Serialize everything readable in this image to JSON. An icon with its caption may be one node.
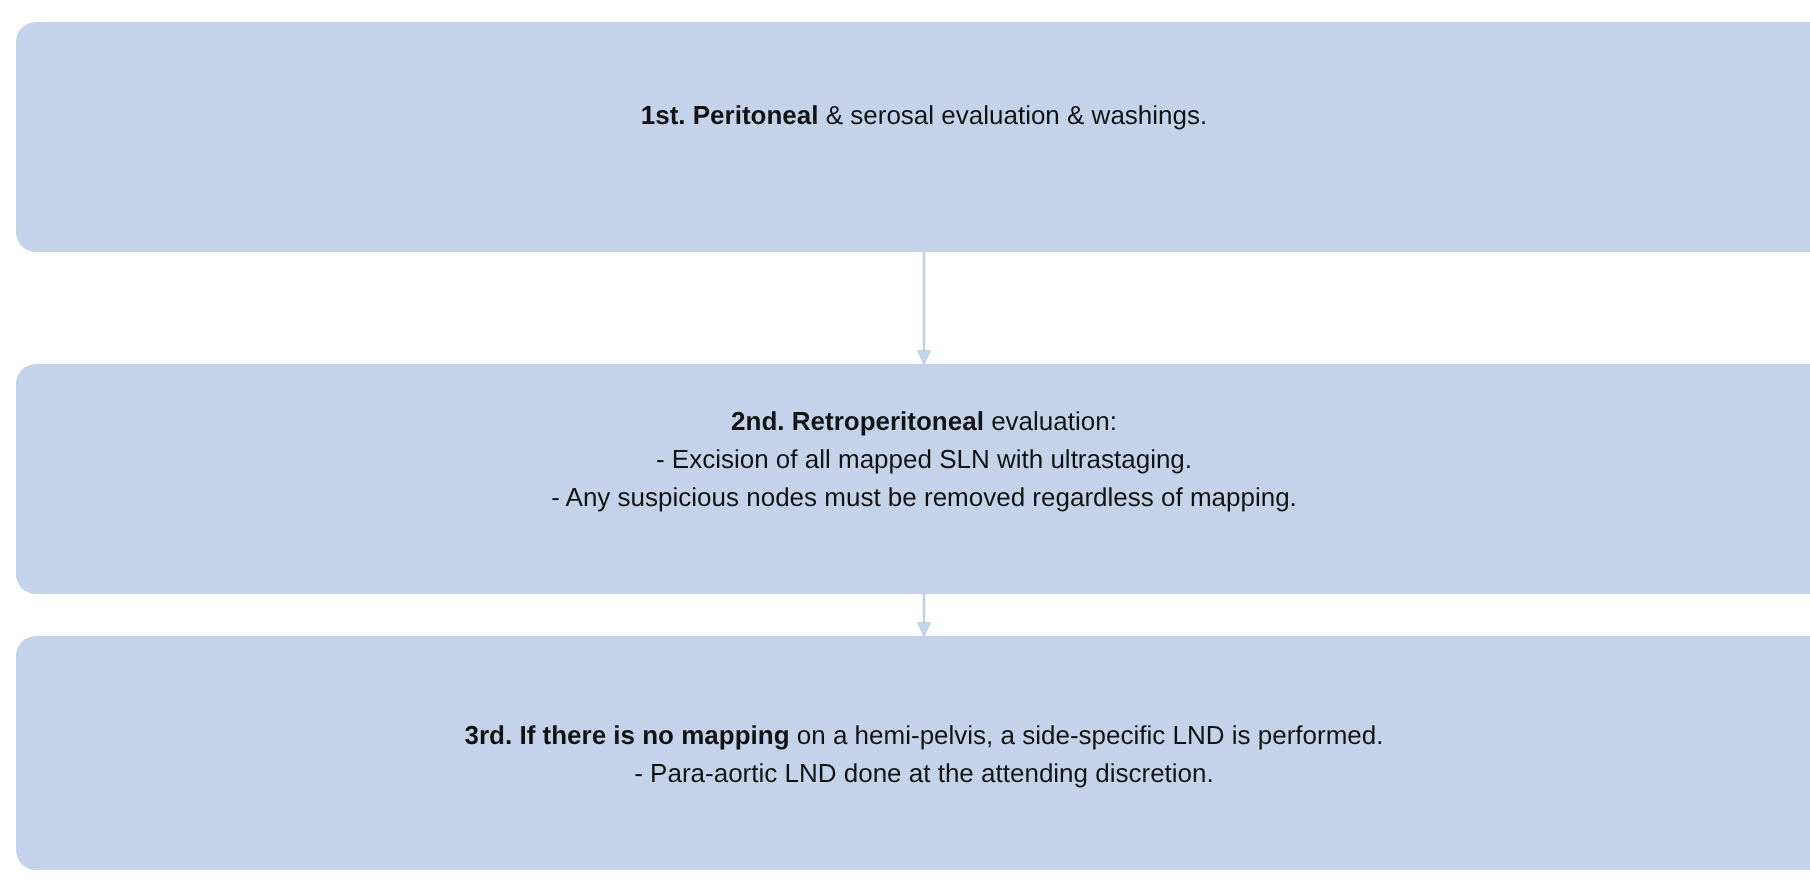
{
  "diagram": {
    "nodes": [
      {
        "text": [
          "**1st. Peritoneal** & serosal evaluation & washings."
        ]
      },
      {
        "text": [
          "**2nd. Retroperitoneal** evaluation:",
          "- Excision of all mapped SLN with ultrastaging.",
          "- Any suspicious nodes must be removed regardless of mapping."
        ]
      },
      {
        "text": [
          "**3rd. If there is no mapping** on a hemi-pelvis, a side-specific LND is performed.",
          "- Para-aortic LND done at the attending discretion."
        ]
      }
    ],
    "edges": [
      {
        "from": 0,
        "to": 1,
        "arrow": "to"
      },
      {
        "from": 1,
        "to": 2,
        "arrow": "to"
      }
    ]
  }
}
